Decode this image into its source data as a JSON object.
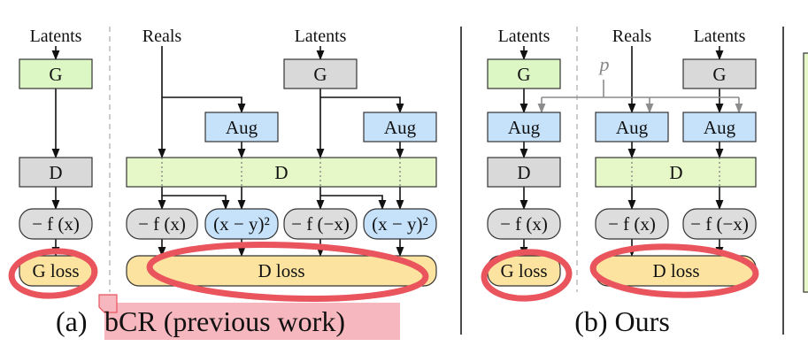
{
  "colors": {
    "generator": "#dcf7c4",
    "discriminator_gray": "#d9d9d9",
    "discriminator_green": "#e6f8c8",
    "aug": "#c6e2fb",
    "loss": "#fde3a0",
    "pill_gray": "#dddddd",
    "pill_blue": "#c6e2fb",
    "annotation_red": "#e9545d",
    "highlight": "#f7b7bf",
    "p_arrow": "#8c8c8c"
  },
  "panel_a": {
    "latents_left": "Latents",
    "reals": "Reals",
    "latents_right": "Latents",
    "g_left": "G",
    "g_right": "G",
    "aug_left": "Aug",
    "aug_right": "Aug",
    "d_left": "D",
    "d_wide": "D",
    "f_left": "− f (x)",
    "f1": "− f (x)",
    "sq1": "(x − y)²",
    "f2": "− f (−x)",
    "sq2": "(x − y)²",
    "g_loss": "G loss",
    "d_loss": "D loss",
    "caption_prefix": "(a) ",
    "caption_highlight": "bCR (previous work)"
  },
  "panel_b": {
    "latents_left": "Latents",
    "reals": "Reals",
    "latents_right": "Latents",
    "p": "p",
    "g_left": "G",
    "g_right": "G",
    "aug_left": "Aug",
    "aug_mid": "Aug",
    "aug_right": "Aug",
    "d_left": "D",
    "d_wide": "D",
    "f_left": "− f (x)",
    "f1": "− f (x)",
    "f2": "− f (−x)",
    "g_loss": "G loss",
    "d_loss": "D loss",
    "caption": "(b) Ours"
  }
}
